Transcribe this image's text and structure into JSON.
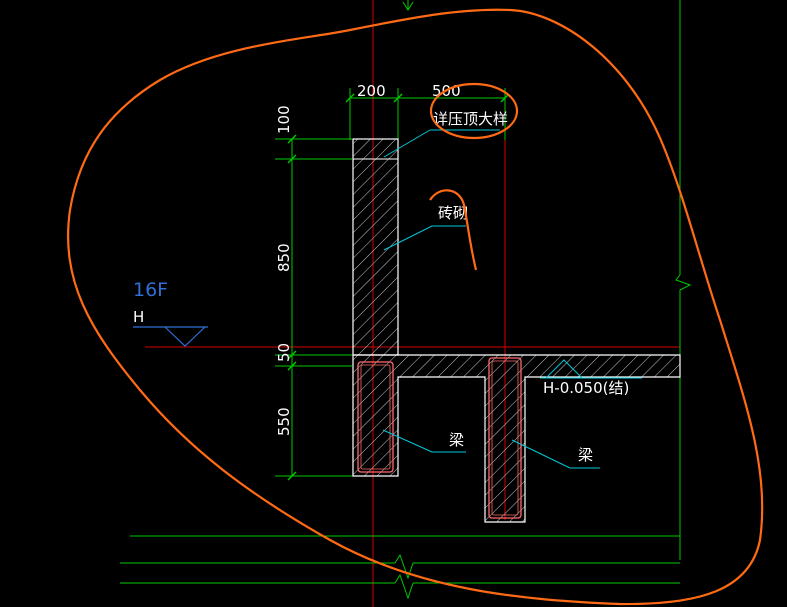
{
  "dimensions": {
    "wall_width": "200",
    "offset": "500",
    "top": "100",
    "wall_height": "850",
    "slab": "50",
    "beam_depth": "550"
  },
  "labels": {
    "coping": "详压顶大样",
    "masonry": "砖砌",
    "beam_left": "梁",
    "beam_right": "梁",
    "elevation": "H-0.050(结)"
  },
  "level": {
    "floor": "16F",
    "symbol": "H"
  },
  "colors": {
    "background": "#000000",
    "dimension": "#00c800",
    "concrete": "#ffffff",
    "rebar": "#ff6a6a",
    "axis": "#d40000",
    "leader": "#00c8d8",
    "markup": "#ff6a14",
    "level_text": "#2f6fd6"
  }
}
